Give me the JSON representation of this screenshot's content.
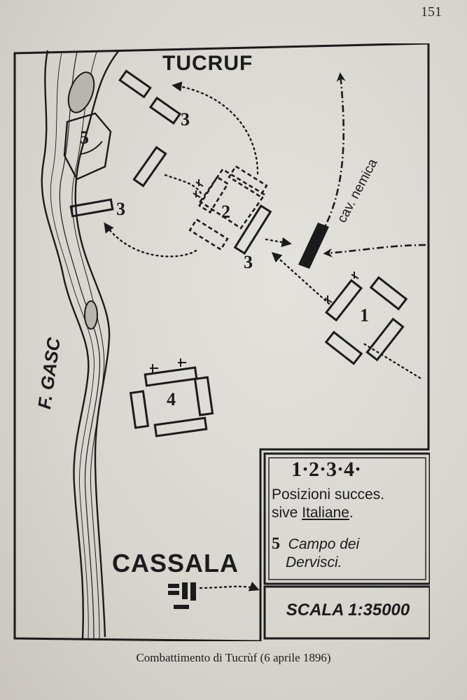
{
  "page": {
    "number": "151"
  },
  "map": {
    "title_place": "TUCRUF",
    "town": "CASSALA",
    "river": "F. GASC",
    "enemy_cavalry": "cav. nemica",
    "position_labels": {
      "one": "1",
      "two": "2",
      "three_a": "3",
      "three_b": "3",
      "three_c": "3",
      "four": "4",
      "five": "5"
    }
  },
  "legend": {
    "numbers": "1·2·3·4·",
    "line1": "Posizioni succes.",
    "line2_prefix": "sive ",
    "line2_underlined": "Italiane",
    "line2_suffix": ".",
    "dervish_num": "5",
    "dervish_line1": "Campo dei",
    "dervish_line2": "Dervisci."
  },
  "scale": "SCALA 1:35000",
  "caption": "Combattimento di Tucrùf (6 aprile 1896)"
}
